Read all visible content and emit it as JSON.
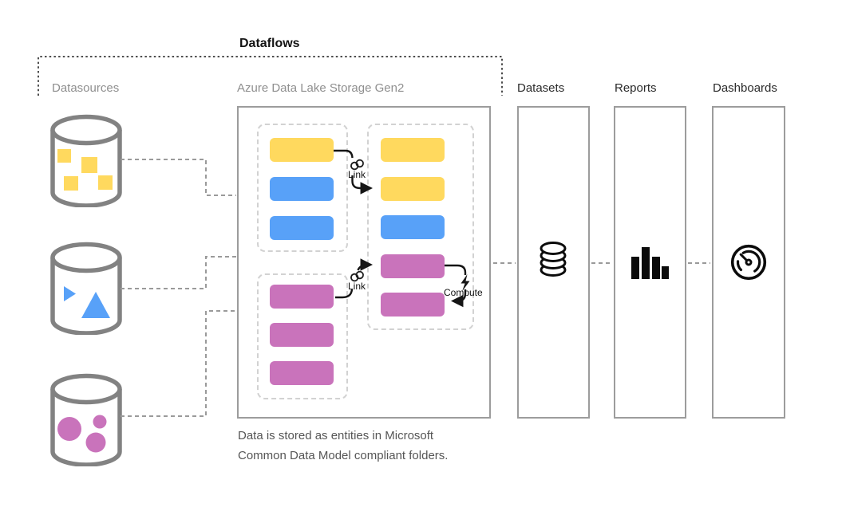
{
  "title": "Dataflows",
  "palette": {
    "yellow": "#FFD95E",
    "blue": "#58A1F8",
    "magenta": "#C973BB",
    "box_border": "#9C9C9C",
    "folder_dash": "#D2D2D2",
    "connector_gray": "#9A9A9A",
    "bracket_gray": "#4D4D4D",
    "label_gray": "#8F8F8F",
    "label_dark": "#2B2B2B",
    "icon_black": "#0B0B0B",
    "cylinder_gray": "#828282"
  },
  "sections": {
    "datasources": {
      "label": "Datasources"
    },
    "adls": {
      "label": "Azure Data Lake Storage Gen2"
    },
    "datasets": {
      "label": "Datasets"
    },
    "reports": {
      "label": "Reports"
    },
    "dashboards": {
      "label": "Dashboards"
    }
  },
  "datasources": {
    "items": [
      {
        "name": "datasource-cylinder-squares",
        "shape": "squares",
        "color": "#FFD95E"
      },
      {
        "name": "datasource-cylinder-triangles",
        "shape": "triangles",
        "color": "#58A1F8"
      },
      {
        "name": "datasource-cylinder-circles",
        "shape": "circles",
        "color": "#C973BB"
      }
    ]
  },
  "folders": {
    "source_top": [
      "yellow",
      "blue",
      "blue"
    ],
    "source_bottom": [
      "magenta",
      "magenta",
      "magenta"
    ],
    "model": [
      "yellow",
      "yellow",
      "blue",
      "magenta",
      "magenta"
    ]
  },
  "annotations": {
    "link1": "Link",
    "link2": "Link",
    "compute": "Compute"
  },
  "caption": {
    "line1": "Data is stored as entities in Microsoft",
    "line2": "Common Data Model compliant folders."
  },
  "icons": {
    "datasets": "database-icon",
    "reports": "bar-chart-icon",
    "dashboards": "gauge-icon",
    "link": "chain-link-icon",
    "compute": "lightning-bolt-icon"
  }
}
